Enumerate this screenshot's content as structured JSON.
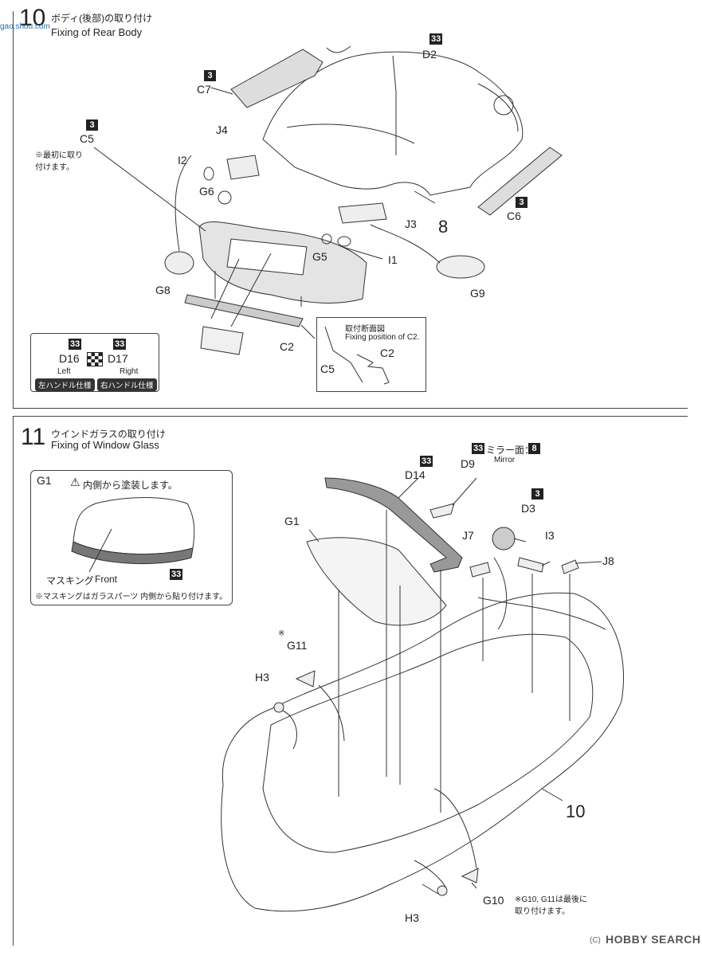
{
  "watermark": "gao.shou.com",
  "step10": {
    "number": "10",
    "title_jp": "ボディ(後部)の取り付け",
    "title_en": "Fixing of Rear Body",
    "part_labels": {
      "d2": "D2",
      "c7": "C7",
      "j4": "J4",
      "c5": "C5",
      "i2": "I2",
      "g6": "G6",
      "g5": "G5",
      "j3": "J3",
      "i1": "I1",
      "g8": "G8",
      "g9": "G9",
      "c6": "C6",
      "c2": "C2",
      "body": "8"
    },
    "paint_codes": {
      "d2": "33",
      "c7": "3",
      "c5": "3",
      "c6": "3"
    },
    "note_c5": "※最初に取り\n付けます。",
    "plate_box": {
      "d16": "D16",
      "d17": "D17",
      "code_left": "33",
      "code_right": "33",
      "left": "Left",
      "right": "Right",
      "lhd": "左ハンドル仕様",
      "rhd": "右ハンドル仕様"
    },
    "section_box": {
      "title_jp": "取付断面図",
      "title_en": "Fixing position of C2.",
      "c5": "C5",
      "c2": "C2"
    }
  },
  "step11": {
    "number": "11",
    "title_jp": "ウインドガラスの取り付け",
    "title_en": "Fixing of Window Glass",
    "g1_box": {
      "label": "G1",
      "warning": "内側から塗装します。",
      "masking": "マスキング",
      "front": "Front",
      "paint_code": "33",
      "note": "※マスキングはガラスパーツ 内側から貼り付けます。"
    },
    "mirror_note": {
      "code": "33",
      "text": "ミラー面：",
      "code2": "8",
      "en": "Mirror"
    },
    "part_labels": {
      "d9": "D9",
      "d14": "D14",
      "d3": "D3",
      "i3": "I3",
      "j7": "J7",
      "j8": "J8",
      "g1": "G1",
      "g11": "G11",
      "h3a": "H3",
      "h3b": "H3",
      "g10": "G10",
      "body": "10",
      "g11_mark": "※"
    },
    "paint_codes": {
      "d14": "33",
      "d3": "3"
    },
    "note_g10": "※G10, G11は最後に\n取り付けます。"
  },
  "footer": {
    "brand": "HOBBY SEARCH",
    "mark": "(C)"
  }
}
